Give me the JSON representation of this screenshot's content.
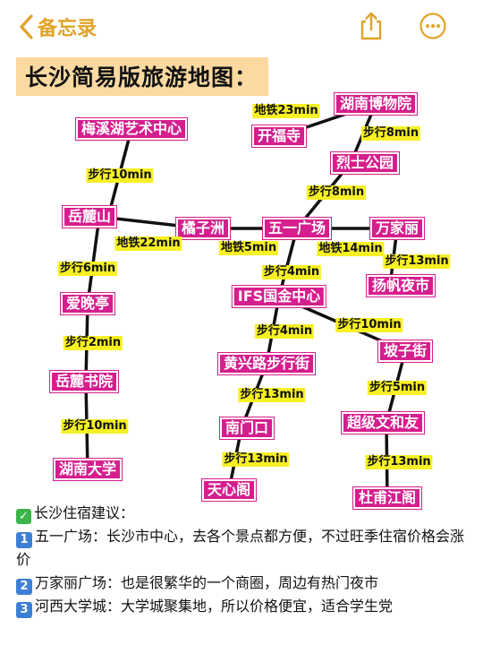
{
  "header": {
    "back_label": "备忘录"
  },
  "title": "长沙简易版旅游地图：",
  "map": {
    "nodes": {
      "meixi": "梅溪湖艺术中心",
      "yuelushan": "岳麓山",
      "aiwanting": "爱晚亭",
      "yueluacademy": "岳麓书院",
      "hnu": "湖南大学",
      "juzizhou": "橘子洲",
      "wuyi": "五一广场",
      "wanjiali": "万家丽",
      "yangfan": "扬帆夜市",
      "museum": "湖南博物院",
      "kaifu": "开福寺",
      "lieshi": "烈士公园",
      "ifs": "IFS国金中心",
      "huangxing": "黄兴路步行街",
      "nanmenkou": "南门口",
      "tianxinge": "天心阁",
      "pozijie": "坡子街",
      "chaoji": "超级文和友",
      "dufu": "杜甫江阁"
    },
    "edges": {
      "e1": "步行10min",
      "e2": "步行6min",
      "e3": "步行2min",
      "e4": "步行10min",
      "e5": "地铁22min",
      "e6": "地铁5min",
      "e7": "地铁14min",
      "e8": "步行13min",
      "e9": "地铁23min",
      "e10": "步行8min",
      "e11": "步行8min",
      "e12": "步行4min",
      "e13": "步行4min",
      "e14": "步行13min",
      "e15": "步行13min",
      "e16": "步行10min",
      "e17": "步行5min",
      "e18": "步行13min"
    }
  },
  "notes": {
    "heading": "长沙住宿建议：",
    "items": [
      {
        "num": "1",
        "text": "五一广场：长沙市中心，去各个景点都方便，不过旺季住宿价格会涨价"
      },
      {
        "num": "2",
        "text": "万家丽广场：也是很繁华的一个商圈，周边有热门夜市"
      },
      {
        "num": "3",
        "text": "河西大学城：大学城聚集地，所以价格便宜，适合学生党"
      }
    ]
  },
  "colors": {
    "accent": "#e1a326",
    "node_bg": "#d61e8e",
    "edge_bg": "#f7f024",
    "title_bg": "#fbd9a0"
  },
  "icons": [
    "chevron-left-icon",
    "share-icon",
    "more-icon",
    "check-icon"
  ]
}
